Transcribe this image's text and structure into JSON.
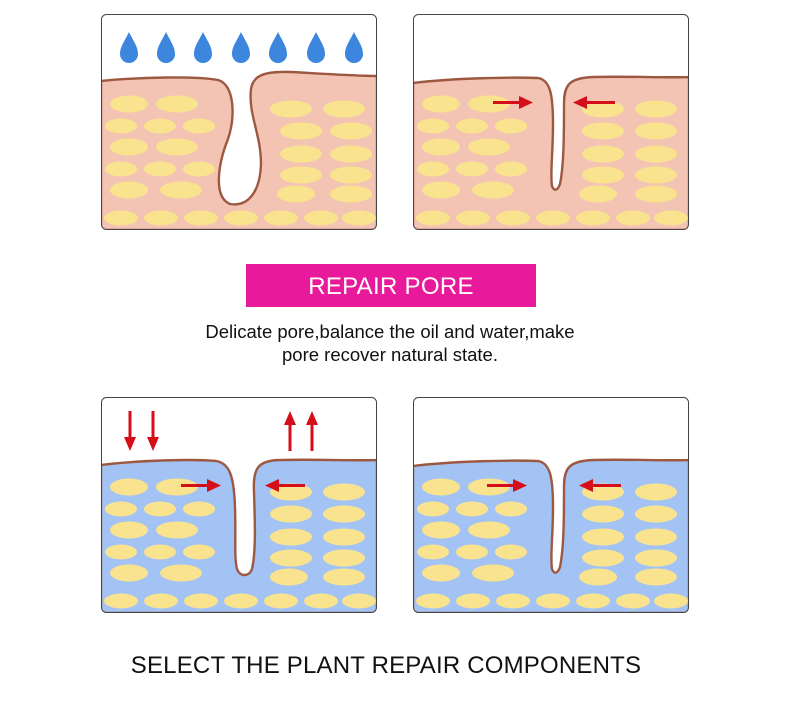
{
  "banner": {
    "label": "REPAIR PORE",
    "color": "#e8199a"
  },
  "description": {
    "line1": "Delicate pore,balance the oil and water,make",
    "line2": "pore recover natural state."
  },
  "footer": {
    "text": "SELECT THE PLANT REPAIR COMPONENTS"
  },
  "colors": {
    "skin_pink": "#f3c4b3",
    "skin_blue": "#a3c3f4",
    "cell_yellow": "#f9e38e",
    "outline_brown": "#9d5842",
    "arrow_red": "#d50f1a",
    "droplet_blue": "#3d86dd"
  },
  "panels": [
    {
      "name": "open-pore-with-water-drops",
      "skin": "pink",
      "icons": [
        "water-droplet-icon"
      ]
    },
    {
      "name": "pore-closing-pink",
      "skin": "pink",
      "icons": [
        "arrow-right-icon",
        "arrow-left-icon"
      ]
    },
    {
      "name": "pore-balance-blue",
      "skin": "blue",
      "icons": [
        "arrow-down-icon",
        "arrow-up-icon",
        "arrow-right-icon",
        "arrow-left-icon"
      ]
    },
    {
      "name": "pore-closed-blue",
      "skin": "blue",
      "icons": [
        "arrow-right-icon",
        "arrow-left-icon"
      ]
    }
  ]
}
